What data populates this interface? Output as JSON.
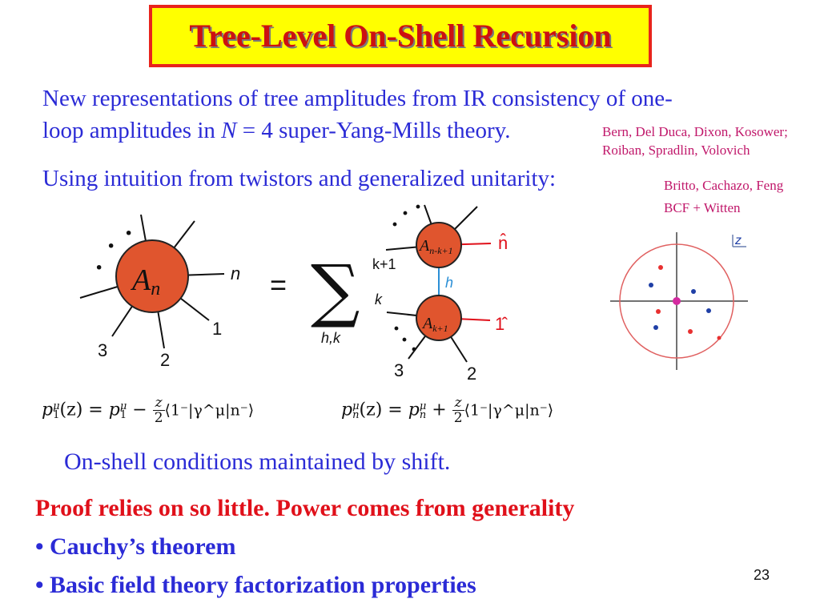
{
  "slide": {
    "title": "Tree-Level On-Shell Recursion",
    "intro_line1": "New representations of tree amplitudes from IR consistency of one-",
    "intro_line2_a": "loop amplitudes in ",
    "intro_line2_N": "N",
    "intro_line2_b": " = 4 super-Yang-Mills theory.",
    "cite1_line1": "Bern, Del Duca, Dixon, Kosower;",
    "cite1_line2": "Roiban, Spradlin, Volovich",
    "using_line": "Using  intuition from twistors and generalized unitarity:",
    "cite2_line1": "Britto, Cachazo, Feng",
    "cite2_line2": "BCF + Witten",
    "onshell_line": "On-shell conditions maintained by shift.",
    "proof_line": "Proof relies on so little.   Power  comes from generality",
    "bullets": [
      "Cauchy’s theorem",
      "Basic field theory factorization properties"
    ],
    "bullet_glyph": "•",
    "page_number": "23"
  },
  "diagram": {
    "lhs_label_main": "A",
    "lhs_label_sub": "n",
    "lhs_leg_n": "n",
    "lhs_leg_1": "1",
    "lhs_leg_2": "2",
    "lhs_leg_3": "3",
    "equals": "=",
    "sum_symbol": "∑",
    "sum_index": "h,k",
    "top_blob_main": "A",
    "top_blob_sub": "n-k+1",
    "bottom_blob_main": "A",
    "bottom_blob_sub": "k+1",
    "leg_nhat": "n̂",
    "leg_1hat": "1̂",
    "leg_kp1": "k+1",
    "leg_k": "k",
    "leg_h": "h",
    "leg_3": "3",
    "leg_2": "2",
    "dots": "·",
    "zplane_label": "z",
    "colors": {
      "blob": "#e0552e",
      "blob_stroke": "#222222",
      "red": "#e0101a",
      "blue": "#2b2bd6",
      "pole_red": "#e83030",
      "pole_blue": "#1f3fa6",
      "origin": "#d42aa0"
    }
  },
  "formulas": {
    "shift1_lhs": "p",
    "shift1_sup": "μ",
    "shift1_sub": "1",
    "shift1_arg": "(z) = ",
    "shift1_p": "p",
    "shift1_op": " − ",
    "shift1_num": "z",
    "shift1_den": "2",
    "shift1_bracket": "⟨1⁻|γ^μ|n⁻⟩",
    "shiftn_lhs": "p",
    "shiftn_sup": "μ",
    "shiftn_sub": "n",
    "shiftn_arg": "(z) = ",
    "shiftn_p": "p",
    "shiftn_op": " + ",
    "shiftn_num": "z",
    "shiftn_den": "2",
    "shiftn_bracket": "⟨1⁻|γ^μ|n⁻⟩"
  }
}
